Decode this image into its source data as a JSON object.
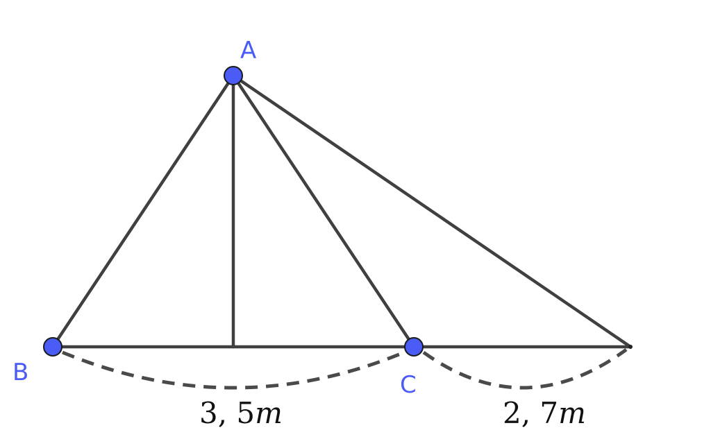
{
  "points": {
    "A": {
      "label": "A"
    },
    "B": {
      "label": "B"
    },
    "C": {
      "label": "C"
    }
  },
  "lengths": {
    "bc": {
      "number": "3, 5",
      "unit": "m"
    },
    "cd": {
      "number": "2, 7",
      "unit": "m"
    }
  },
  "colors": {
    "point_fill": "#4a5cf5",
    "point_label": "#4a5cf5",
    "line": "#404040",
    "dash": "#4a4a4a"
  }
}
